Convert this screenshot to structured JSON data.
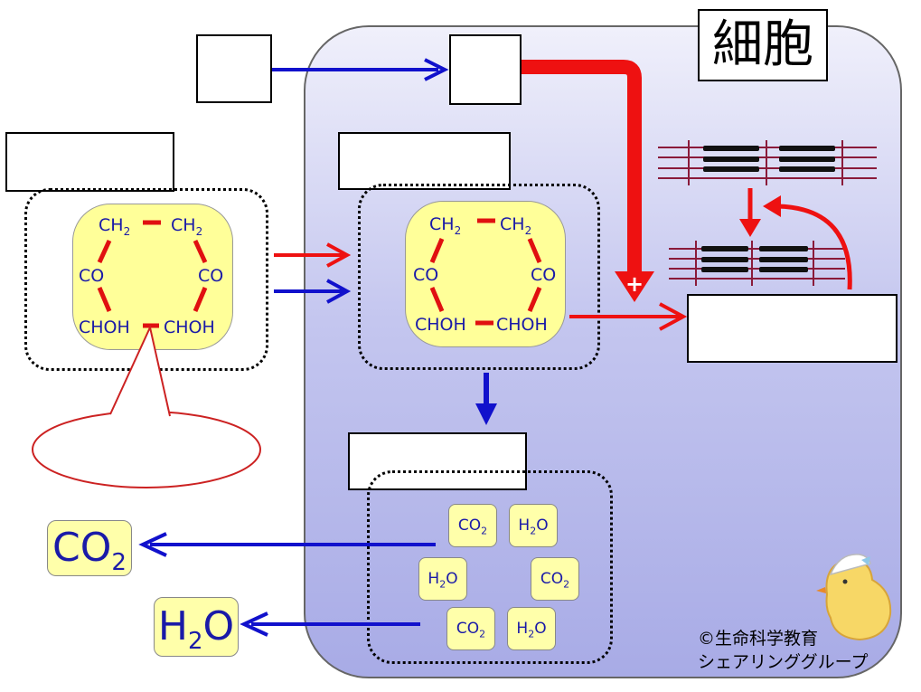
{
  "cell": {
    "title": "細胞"
  },
  "molecule": {
    "top_left": "CH",
    "top_right": "CH",
    "mid_left": "CO",
    "mid_right": "CO",
    "bottom_left": "CHOH",
    "bottom_right": "CHOH",
    "subscript": "2"
  },
  "products": {
    "co2_label": "CO",
    "co2_sub": "2",
    "h2o_h": "H",
    "h2o_sub": "2",
    "h2o_o": "O"
  },
  "plus_symbol": "+",
  "copyright": {
    "line1": "©生命科学教育",
    "line2": "シェアリンググループ"
  },
  "colors": {
    "red_arrow": "#ee1111",
    "blue_arrow": "#1111cc",
    "molecule_fill": "#ffff99",
    "text_blue": "#1a1aa8"
  }
}
